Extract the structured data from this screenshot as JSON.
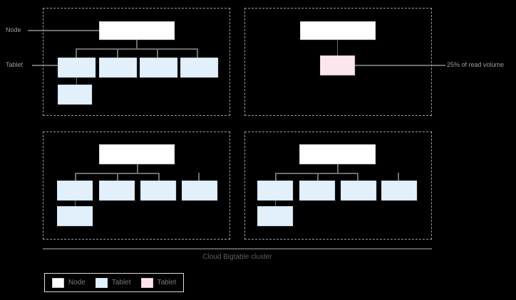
{
  "diagram": {
    "caption": "Cloud Bigtable cluster",
    "callouts": [
      {
        "id": "node-callout",
        "label": "Node"
      },
      {
        "id": "tablet-callout",
        "label": "Tablet"
      },
      {
        "id": "read-callout",
        "label": "25% of read volume"
      }
    ],
    "colors": {
      "background": "#000000",
      "node_fill": "#ffffff",
      "tablet_fill": "#e1f0fb",
      "hot_tablet_fill": "#fae6ec",
      "connector": "#6e6e6e",
      "panel_border": "#9a9a9a",
      "label_text": "#9e9e9e",
      "caption_text": "#5f5f5f"
    },
    "panels": [
      {
        "id": "panel-top-left",
        "node_count": 1,
        "tablets": 5,
        "hot_tablets": 0,
        "description": "Node with four child tablets and one additional tablet"
      },
      {
        "id": "panel-top-right",
        "node_count": 1,
        "tablets": 0,
        "hot_tablets": 1,
        "description": "Node with a single hot tablet serving 25% of read volume"
      },
      {
        "id": "panel-bottom-left",
        "node_count": 1,
        "tablets": 5,
        "hot_tablets": 0,
        "description": "Node with four child tablets and one additional tablet"
      },
      {
        "id": "panel-bottom-right",
        "node_count": 1,
        "tablets": 5,
        "hot_tablets": 0,
        "description": "Node with four child tablets and one additional tablet"
      }
    ]
  },
  "legend": {
    "items": [
      {
        "label": "Node",
        "swatch": "#ffffff",
        "swatch_border": "#c9c9c9"
      },
      {
        "label": "Tablet",
        "swatch": "#e1f0fb",
        "swatch_border": "#cfe3ef"
      },
      {
        "label": "Tablet",
        "swatch": "#fae6ec",
        "swatch_border": "#dfc8d1"
      }
    ]
  }
}
